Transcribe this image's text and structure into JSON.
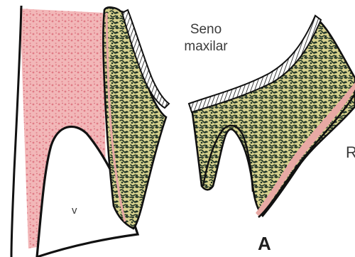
{
  "labels": {
    "sinus_line1": "Seno",
    "sinus_line2": "maxilar",
    "v": "v",
    "panel": "A",
    "cut_edge": "R"
  },
  "colors": {
    "soft_tissue": "#f1b3b4",
    "soft_tissue_dots": "#e07b86",
    "bone_fill": "#d4cf8c",
    "bone_trabeculae": "#1f3327",
    "mucosa_pink": "#e8a9a4",
    "outline": "#111111",
    "ink": "#3a3a3a"
  }
}
